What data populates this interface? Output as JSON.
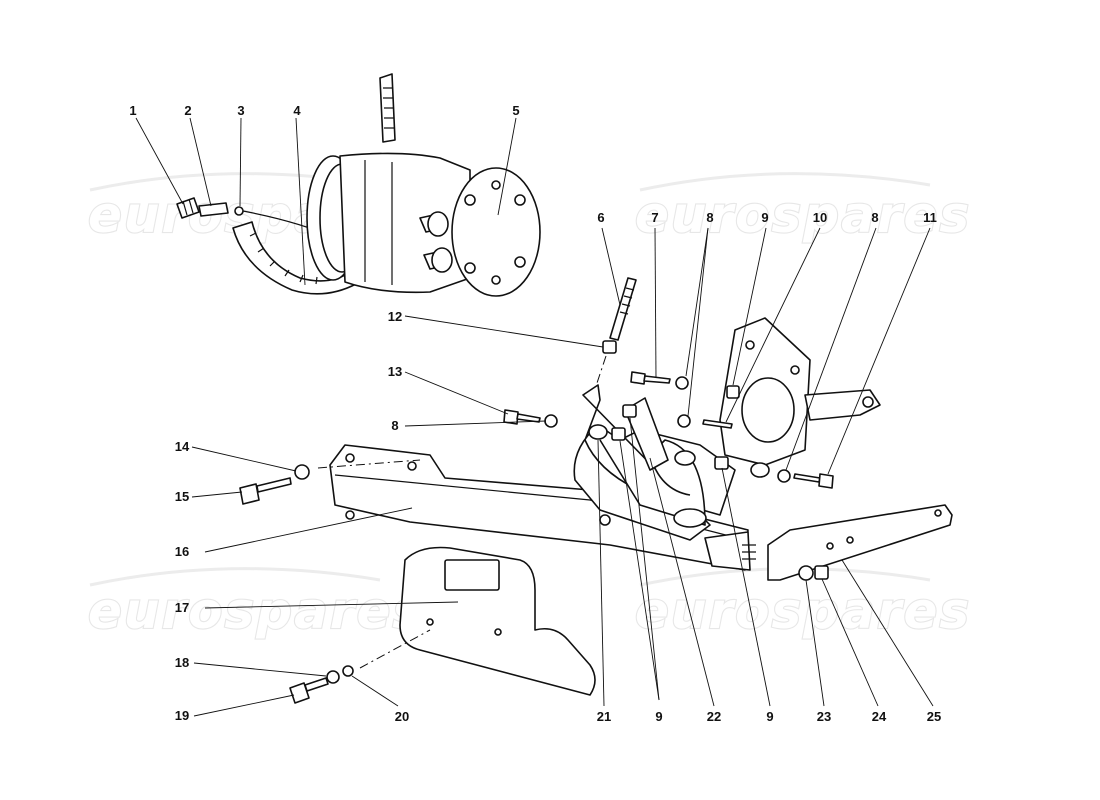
{
  "watermark": {
    "text": "eurospares"
  },
  "callouts": [
    {
      "id": "c1",
      "label": "1"
    },
    {
      "id": "c2",
      "label": "2"
    },
    {
      "id": "c3",
      "label": "3"
    },
    {
      "id": "c4",
      "label": "4"
    },
    {
      "id": "c5",
      "label": "5"
    },
    {
      "id": "c6",
      "label": "6"
    },
    {
      "id": "c7",
      "label": "7"
    },
    {
      "id": "c8a",
      "label": "8"
    },
    {
      "id": "c9a",
      "label": "9"
    },
    {
      "id": "c10",
      "label": "10"
    },
    {
      "id": "c8b",
      "label": "8"
    },
    {
      "id": "c11",
      "label": "11"
    },
    {
      "id": "c12",
      "label": "12"
    },
    {
      "id": "c13",
      "label": "13"
    },
    {
      "id": "c8c",
      "label": "8"
    },
    {
      "id": "c14",
      "label": "14"
    },
    {
      "id": "c15",
      "label": "15"
    },
    {
      "id": "c16",
      "label": "16"
    },
    {
      "id": "c17",
      "label": "17"
    },
    {
      "id": "c18",
      "label": "18"
    },
    {
      "id": "c19",
      "label": "19"
    },
    {
      "id": "c20",
      "label": "20"
    },
    {
      "id": "c21",
      "label": "21"
    },
    {
      "id": "c9b",
      "label": "9"
    },
    {
      "id": "c22",
      "label": "22"
    },
    {
      "id": "c9c",
      "label": "9"
    },
    {
      "id": "c23",
      "label": "23"
    },
    {
      "id": "c24",
      "label": "24"
    },
    {
      "id": "c25",
      "label": "25"
    }
  ]
}
